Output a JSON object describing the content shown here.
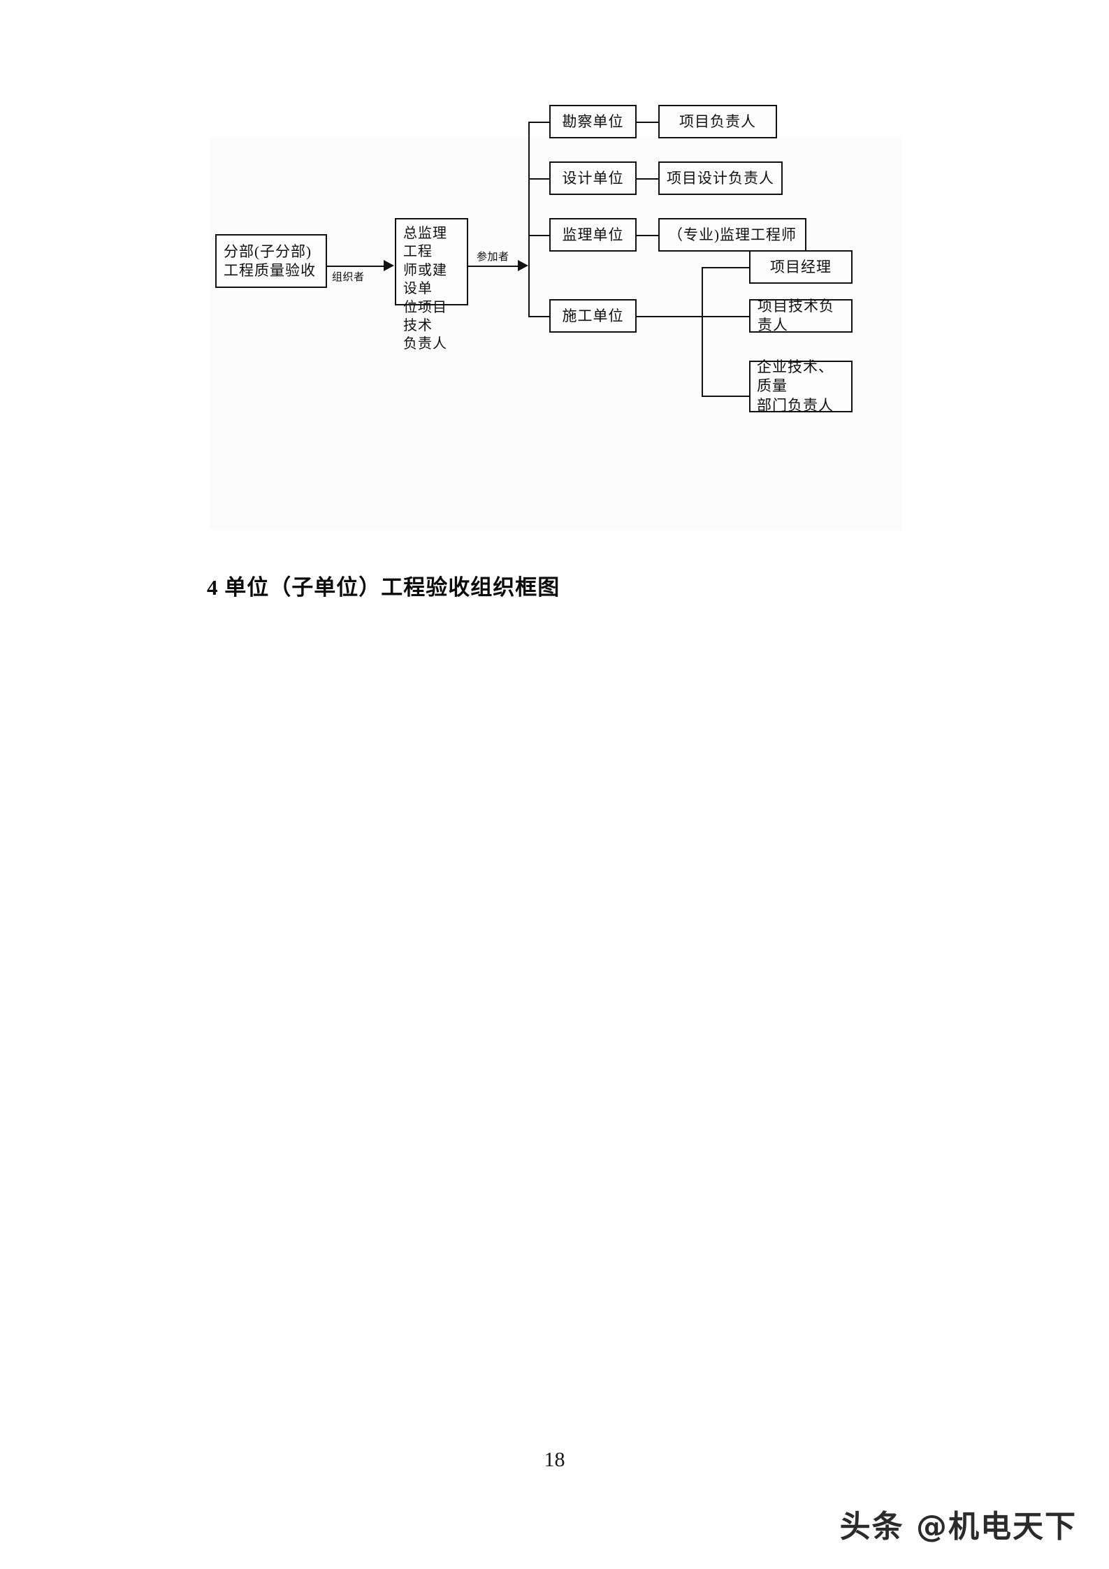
{
  "document": {
    "page_number": "18",
    "watermark": "头条 @机电天下",
    "caption": "4  单位（子单位）工程验收组织框图"
  },
  "diagram": {
    "title": "单位（子单位）工程验收组织框图",
    "source_box": {
      "label": "分部(子分部)\n工程质量验收"
    },
    "organizer_box": {
      "label": "总监理工程\n师或建设单\n位项目技术\n负责人"
    },
    "arrows": [
      {
        "label": "组织者",
        "from": "source_box",
        "to": "organizer_box"
      },
      {
        "label": "参加者",
        "from": "organizer_box",
        "to": "participant_trunk"
      }
    ],
    "participants": [
      {
        "label": "勘察单位",
        "roles": [
          {
            "label": "项目负责人"
          }
        ]
      },
      {
        "label": "设计单位",
        "roles": [
          {
            "label": "项目设计负责人"
          }
        ]
      },
      {
        "label": "监理单位",
        "roles": [
          {
            "label": "（专业)监理工程师"
          }
        ]
      },
      {
        "label": "施工单位",
        "roles": [
          {
            "label": "项目经理"
          },
          {
            "label": "项目技术负责人"
          },
          {
            "label": "企业技术、质量\n部门负责人"
          }
        ]
      }
    ]
  },
  "colors": {
    "ink": "#111111",
    "paper": "#ffffff",
    "figure_bg": "#fbfbfb"
  }
}
